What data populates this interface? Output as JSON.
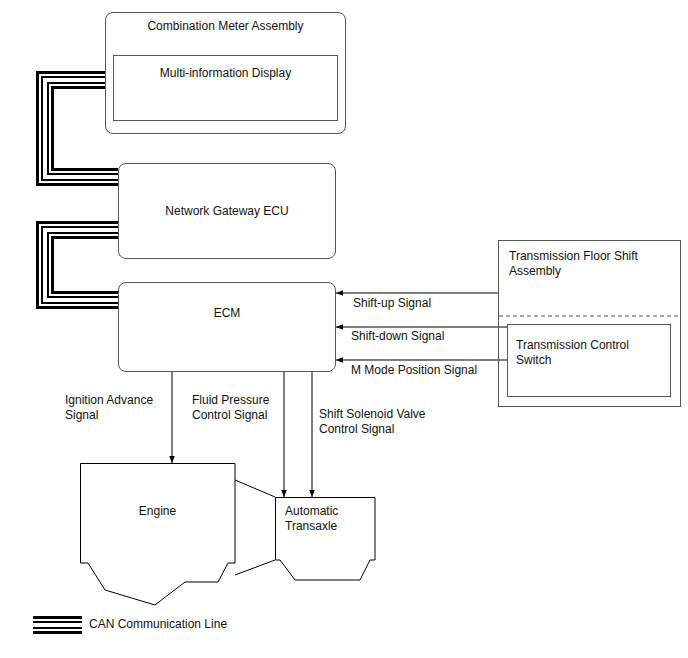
{
  "diagram": {
    "nodes": [
      {
        "text": [
          "Combination Meter Assembly"
        ]
      },
      {
        "text": [
          "Multi-information Display"
        ],
        "in": 0
      },
      {
        "text": [
          "Network Gateway ECU"
        ]
      },
      {
        "text": [
          "ECM"
        ]
      },
      {
        "text": [
          "Transmission Floor Shift Assembly"
        ]
      },
      {
        "text": [
          "Transmission Control Switch"
        ],
        "in": 4
      },
      {
        "text": [
          "Engine"
        ]
      },
      {
        "text": [
          "Automatic Transaxle"
        ]
      }
    ],
    "edges": [
      {
        "from": 0,
        "to": 2,
        "arrow": "none"
      },
      {
        "from": 2,
        "to": 3,
        "arrow": "none"
      },
      {
        "from": 4,
        "to": 3,
        "label": "Shift-up Signal",
        "arrow": "to"
      },
      {
        "from": 5,
        "to": 3,
        "label": "Shift-down Signal",
        "arrow": "to"
      },
      {
        "from": 5,
        "to": 3,
        "label": "M Mode Position Signal",
        "arrow": "to"
      },
      {
        "from": 3,
        "to": 6,
        "label": "Ignition Advance Signal",
        "arrow": "to"
      },
      {
        "from": 3,
        "to": 7,
        "label": "Fluid Pressure Control Signal",
        "arrow": "to"
      },
      {
        "from": 3,
        "to": 7,
        "label": "Shift Solenoid Valve Control Signal",
        "arrow": "to"
      }
    ],
    "legend": [
      {
        "text": "CAN Communication Line"
      }
    ]
  }
}
